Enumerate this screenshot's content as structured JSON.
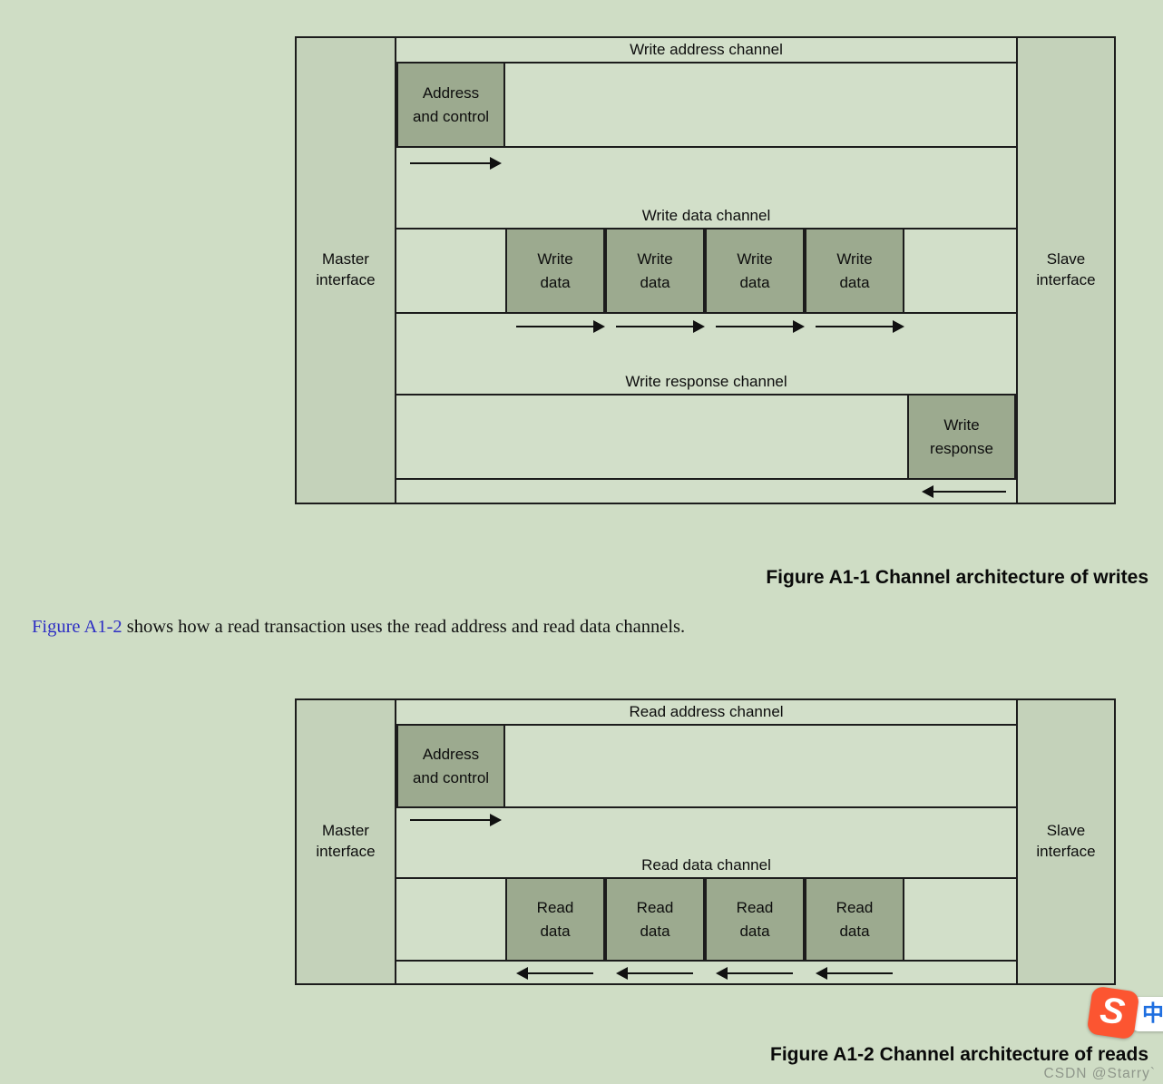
{
  "colors": {
    "page_background": "#cfddc5",
    "interface_fill": "#c4d2ba",
    "channel_fill": "#d2dfc9",
    "payload_fill": "#9caa8f",
    "line": "#1c1c1c",
    "link_blue": "#2e2ec4",
    "csdn_orange": "#fc5531",
    "translate_blue": "#1f6fe0"
  },
  "writes": {
    "caption": "Figure A1-1 Channel architecture of writes",
    "master_label": "Master\ninterface",
    "slave_label": "Slave\ninterface",
    "address_channel_title": "Write address channel",
    "address_payload": "Address\nand control",
    "data_channel_title": "Write data channel",
    "data_payloads": [
      "Write\ndata",
      "Write\ndata",
      "Write\ndata",
      "Write\ndata"
    ],
    "response_channel_title": "Write response channel",
    "response_payload": "Write\nresponse"
  },
  "paragraph": {
    "link_text": "Figure A1-2",
    "rest_text": " shows how a read transaction uses the read address and read data channels."
  },
  "reads": {
    "caption": "Figure A1-2 Channel architecture of reads",
    "master_label": "Master\ninterface",
    "slave_label": "Slave\ninterface",
    "address_channel_title": "Read address channel",
    "address_payload": "Address\nand control",
    "data_channel_title": "Read data channel",
    "data_payloads": [
      "Read\ndata",
      "Read\ndata",
      "Read\ndata",
      "Read\ndata"
    ]
  },
  "badge": {
    "logo_letter": "S",
    "translate_label": "中"
  },
  "watermark_text": "CSDN @Starry`"
}
